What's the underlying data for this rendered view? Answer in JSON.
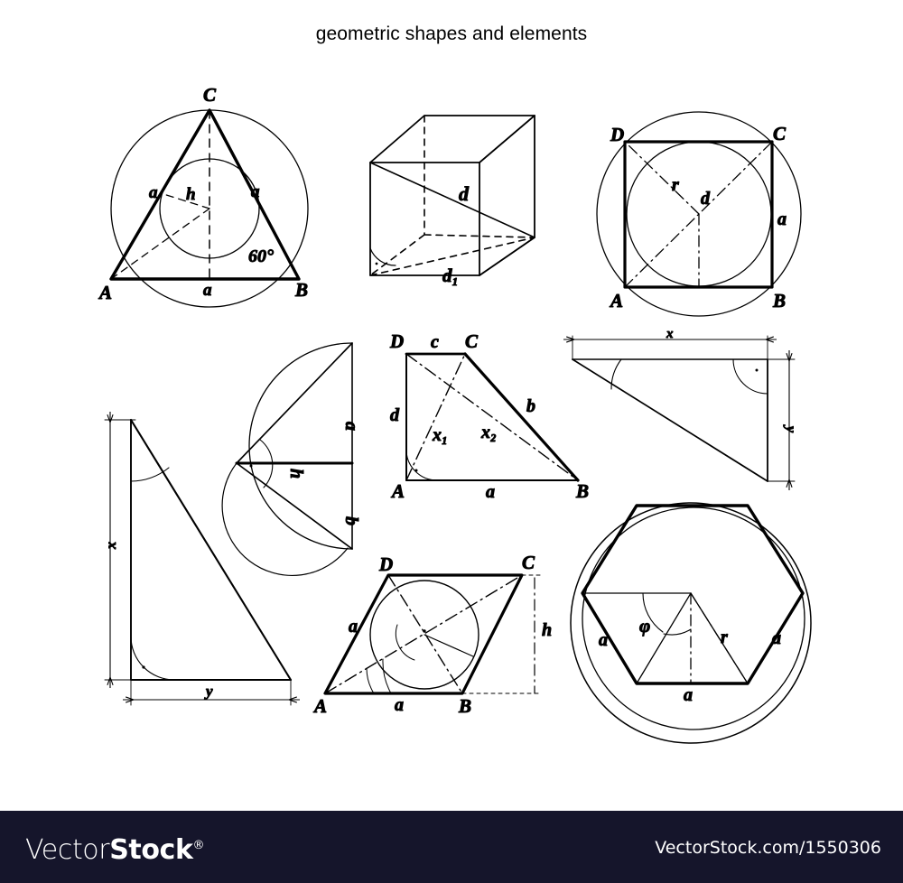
{
  "page": {
    "title": "geometric shapes and elements",
    "background_color": "#ffffff",
    "ink_color": "#000000"
  },
  "footer": {
    "background_color": "#15152b",
    "brand_part1": "Vector",
    "brand_part2": "Stock",
    "brand_registered": "®",
    "url": "VectorStock.com/1550306"
  },
  "figures": [
    {
      "id": "equilateral-triangle-in-circle",
      "name": "equilateral triangle with circumscribed and inscribed circles",
      "labels": [
        "C",
        "A",
        "B",
        "a",
        "a",
        "a",
        "h",
        "60°"
      ]
    },
    {
      "id": "cube-diagonals",
      "name": "cube with space diagonal and face diagonal",
      "labels": [
        "d",
        "d₁"
      ]
    },
    {
      "id": "square-in-circle",
      "name": "square with circumscribed and inscribed circles",
      "labels": [
        "D",
        "C",
        "A",
        "B",
        "r",
        "d",
        "a"
      ]
    },
    {
      "id": "semicircle-geometric-mean",
      "name": "semicircle with altitude construction",
      "labels": [
        "a",
        "h",
        "b"
      ]
    },
    {
      "id": "trapezoid-diagonals",
      "name": "right trapezoid with diagonals",
      "labels": [
        "D",
        "C",
        "A",
        "B",
        "c",
        "d",
        "a",
        "b",
        "x₁",
        "x₂"
      ]
    },
    {
      "id": "right-triangle-top-right",
      "name": "right triangle with dimension arrows",
      "labels": [
        "x",
        "y"
      ]
    },
    {
      "id": "right-triangle-large-left",
      "name": "large right triangle with dimension arrows",
      "labels": [
        "x",
        "y"
      ]
    },
    {
      "id": "rhombus-with-incircle",
      "name": "rhombus with inscribed circle and diagonals",
      "labels": [
        "D",
        "C",
        "A",
        "B",
        "a",
        "a",
        "h"
      ]
    },
    {
      "id": "hexagon-in-circle",
      "name": "regular hexagon inscribed in circle",
      "labels": [
        "a",
        "a",
        "a",
        "r",
        "φ"
      ]
    }
  ],
  "label_text": {
    "A": "A",
    "B": "B",
    "C": "C",
    "D": "D",
    "a": "a",
    "b": "b",
    "c": "c",
    "d": "d",
    "d1": "d₁",
    "h": "h",
    "r": "r",
    "x": "x",
    "y": "y",
    "x1": "x₁",
    "x2": "x₂",
    "phi": "φ",
    "angle60": "60°"
  }
}
